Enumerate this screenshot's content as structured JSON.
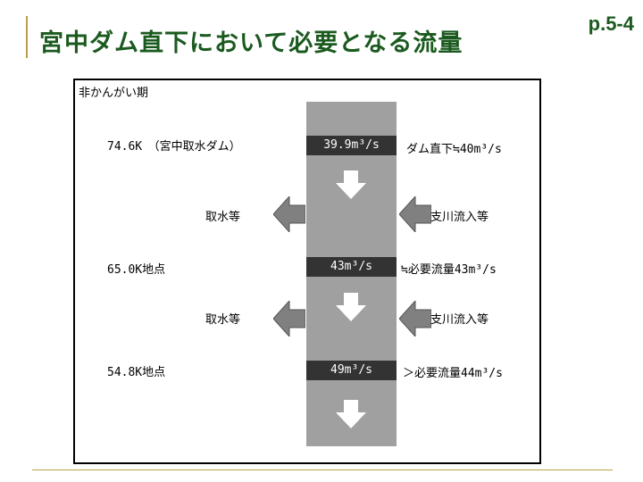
{
  "header": {
    "title": "宮中ダム直下において必要となる流量",
    "page": "p.5-4"
  },
  "diagram": {
    "season": "非かんがい期",
    "points": [
      {
        "label": "74.6K　（宮中取水ダム）",
        "flow": "39.9m³/s",
        "note": "ダム直下≒40m³/s"
      },
      {
        "label": "65.0K地点",
        "flow": "43m³/s",
        "note": "≒必要流量43m³/s"
      },
      {
        "label": "54.8K地点",
        "flow": "49m³/s",
        "note": "＞必要流量44m³/s"
      }
    ],
    "withdrawals": [
      "取水等",
      "取水等"
    ],
    "inflows": [
      "支川流入等",
      "支川流入等"
    ],
    "colors": {
      "title": "#1b5a1f",
      "river": "#a0a0a0",
      "flowbar": "#333333",
      "arrow": "#808080",
      "rule": "#b8a14a"
    }
  }
}
